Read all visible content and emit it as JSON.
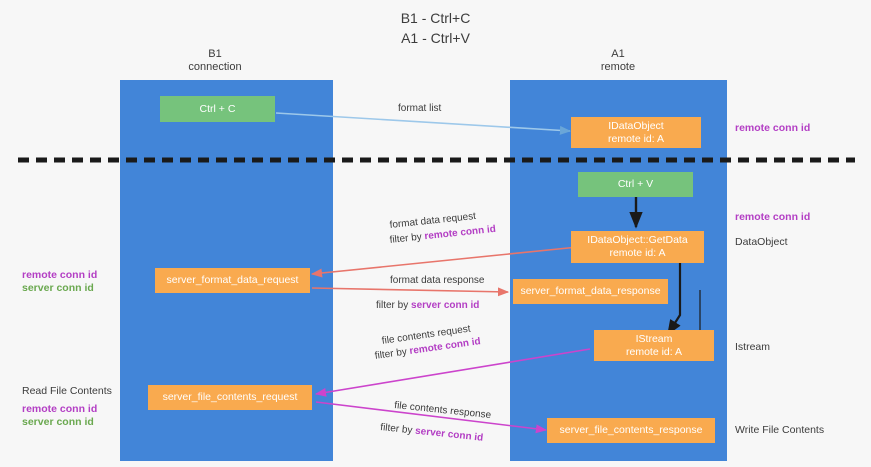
{
  "title": "B1 - Ctrl+C\nA1 - Ctrl+V",
  "lanes": [
    {
      "name": "b1",
      "header": "B1\nconnection"
    },
    {
      "name": "a1",
      "header": "A1\nremote"
    }
  ],
  "nodes": {
    "ctrl_c": "Ctrl + C",
    "ctrl_v": "Ctrl + V",
    "idataobject": "IDataObject\nremote id: A",
    "getdata": "IDataObject::GetData\nremote id: A",
    "istream": "IStream\nremote id: A",
    "server_format_data_request": "server_format_data_request",
    "server_format_data_response": "server_format_data_response",
    "server_file_contents_request": "server_file_contents_request",
    "server_file_contents_response": "server_file_contents_response"
  },
  "right_labels": {
    "remote_conn_id_top": "remote conn id",
    "remote_conn_id_mid": "remote conn id",
    "dataobject": "DataObject",
    "istream": "Istream",
    "write_file_contents": "Write File Contents"
  },
  "left_labels": {
    "remote_conn_id": "remote conn id",
    "server_conn_id": "server conn id",
    "read_file_contents": "Read File Contents",
    "remote_conn_id_2": "remote conn id",
    "server_conn_id_2": "server conn id"
  },
  "arrow_labels": {
    "format_list": "format list",
    "format_data_request": "format data request",
    "format_data_request_filter_prefix": "filter by ",
    "format_data_request_filter_key": "remote conn id",
    "format_data_response": "format data response",
    "format_data_response_filter_prefix": "filter by ",
    "format_data_response_filter_key": "server conn id",
    "file_contents_request": "file contents request",
    "file_contents_request_filter_prefix": "filter by ",
    "file_contents_request_filter_key": "remote conn id",
    "file_contents_response": "file contents response",
    "file_contents_response_filter_prefix": "filter by ",
    "file_contents_response_filter_key": "server conn id"
  },
  "colors": {
    "lane": "#4285d8",
    "green_box": "#76c37c",
    "orange_box": "#f9aa4f",
    "purple_text": "#b33ec4",
    "green_text": "#6aa84f",
    "arrow_blue": "#9dc8ea",
    "arrow_red": "#e8756b",
    "arrow_magenta": "#cc44cc",
    "arrow_black": "#1a1a1a",
    "divider": "#1a1a1a",
    "background": "#f7f7f7"
  }
}
